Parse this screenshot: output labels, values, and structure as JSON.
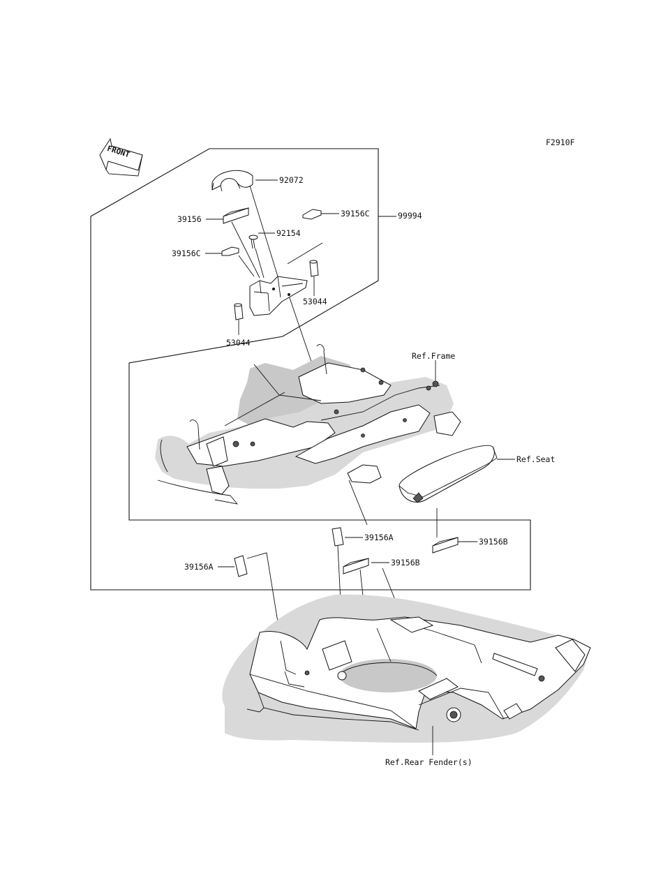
{
  "diagram": {
    "code": "F2910F",
    "front_label": "FRONT",
    "callouts": {
      "p92072": "92072",
      "p39156": "39156",
      "p39156c_right": "39156C",
      "p99994": "99994",
      "p92154": "92154",
      "p39156c_left": "39156C",
      "p53044_right": "53044",
      "p53044_left": "53044",
      "ref_frame": "Ref.Frame",
      "ref_seat": "Ref.Seat",
      "p39156a_center": "39156A",
      "p39156b_right": "39156B",
      "p39156a_left": "39156A",
      "p39156b_center": "39156B",
      "ref_rear_fender": "Ref.Rear Fender(s)"
    }
  }
}
